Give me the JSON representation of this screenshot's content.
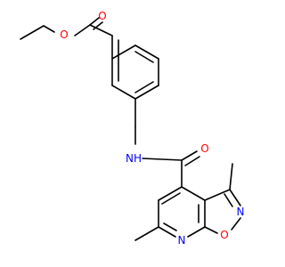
{
  "molecule": {
    "atom_labels": {
      "ester_carbonyl_o": "O",
      "ester_ether_o": "O",
      "amide_nh": "NH",
      "amide_o": "O",
      "ring_n_isoxazole": "N",
      "ring_o_isoxazole": "O",
      "ring_n_pyridine": "N"
    },
    "colors": {
      "bond": "#000000",
      "oxygen": "#ff0000",
      "nitrogen": "#0000ff"
    }
  }
}
